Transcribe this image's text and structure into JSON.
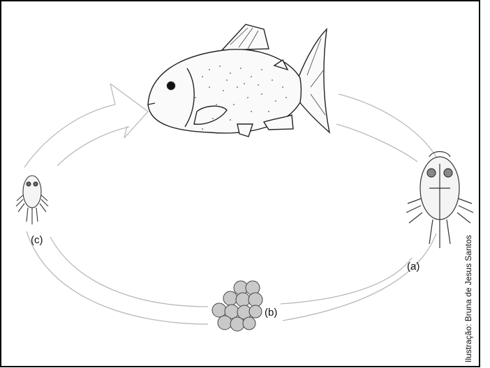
{
  "diagram": {
    "labels": {
      "a": "(a)",
      "b": "(b)",
      "c": "(c)"
    },
    "credit": "Ilustração: Bruna de Jesus Santos"
  }
}
